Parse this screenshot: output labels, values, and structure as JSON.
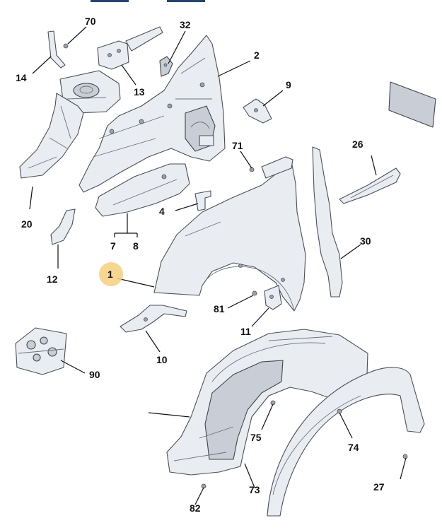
{
  "callouts": {
    "c1": "1",
    "c2": "2",
    "c4": "4",
    "c7": "7",
    "c8": "8",
    "c9": "9",
    "c10": "10",
    "c11": "11",
    "c12": "12",
    "c13": "13",
    "c14": "14",
    "c20": "20",
    "c26": "26",
    "c27": "27",
    "c30": "30",
    "c32": "32",
    "c70": "70",
    "c71": "71",
    "c73": "73",
    "c74": "74",
    "c75": "75",
    "c81": "81",
    "c82": "82",
    "c90": "90"
  },
  "colors": {
    "highlight": "#f6cf7f",
    "part_fill": "#e9ecf1",
    "outline": "#4a4f58"
  }
}
